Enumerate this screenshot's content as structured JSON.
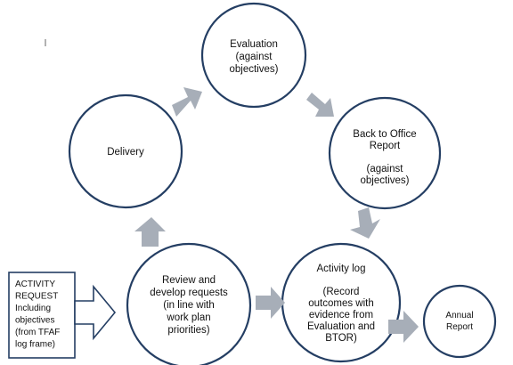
{
  "colors": {
    "circle_stroke": "#243e63",
    "arrow_fill": "#a7aeb8",
    "text": "#111111",
    "background": "#ffffff"
  },
  "nodes": {
    "evaluation": [
      "Evaluation",
      "(against",
      "objectives)"
    ],
    "back_to_office": [
      "Back to Office",
      "Report",
      "",
      "(against",
      "objectives)"
    ],
    "delivery": [
      "Delivery"
    ],
    "review": [
      "Review and",
      "develop requests",
      "(in line with",
      "work plan",
      "priorities)"
    ],
    "activity_log": [
      "Activity log",
      "",
      "(Record",
      "outcomes with",
      "evidence from",
      "Evaluation and",
      "BTOR)"
    ],
    "annual_report": [
      "Annual",
      "Report"
    ]
  },
  "activity_request": [
    "ACTIVITY",
    "REQUEST",
    "Including",
    "objectives",
    "(from TFAF",
    "log frame)"
  ]
}
